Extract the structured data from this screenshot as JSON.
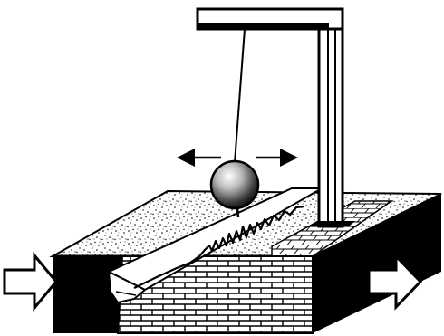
{
  "figure": {
    "colors": {
      "ink": "#000000",
      "paper": "#ffffff",
      "speckle": "#1a1a1a"
    },
    "components": [
      {
        "id": "pendulum-stand",
        "icon": "gallows-stand-icon"
      },
      {
        "id": "pendulum-bob",
        "icon": "sphere-icon"
      },
      {
        "id": "swing-arrows",
        "icon": "double-arrow-icon"
      },
      {
        "id": "trace-line",
        "icon": "seismograph-trace-icon"
      },
      {
        "id": "paper-strip",
        "icon": "paper-strip-icon"
      },
      {
        "id": "ground-block",
        "icon": "earth-block-icon"
      },
      {
        "id": "brick-foundation",
        "icon": "brick-wall-icon"
      },
      {
        "id": "ground-motion-arrow-left",
        "icon": "arrow-right-outline-icon"
      },
      {
        "id": "ground-motion-arrow-right",
        "icon": "arrow-right-outline-icon"
      }
    ]
  }
}
